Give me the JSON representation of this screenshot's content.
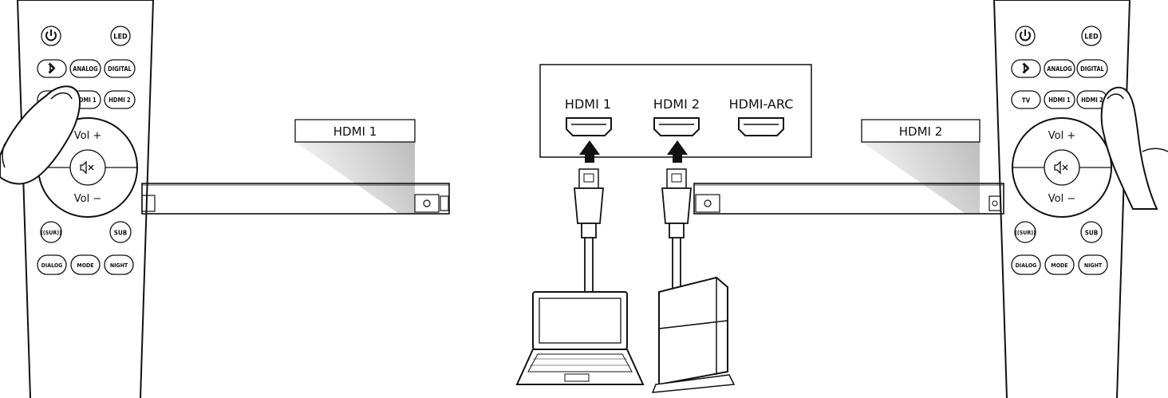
{
  "remote_buttons": {
    "power_icon": "power-icon",
    "led": "LED",
    "bluetooth_icon": "bluetooth-icon",
    "analog": "ANALOG",
    "digital": "DIGITAL",
    "tv": "TV",
    "hdmi1": "HDMI 1",
    "hdmi2": "HDMI 2",
    "vol_up": "Vol +",
    "vol_down": "Vol −",
    "mute_icon": "mute-icon",
    "sur": "((SUR))",
    "sub": "SUB",
    "dialog": "DIALOG",
    "mode": "MODE",
    "night": "NIGHT"
  },
  "soundbar_left": {
    "display_label": "HDMI 1"
  },
  "soundbar_right": {
    "display_label": "HDMI 2"
  },
  "input_panel": {
    "ports": [
      {
        "label": "HDMI 1"
      },
      {
        "label": "HDMI 2"
      },
      {
        "label": "HDMI-ARC"
      }
    ]
  },
  "devices": {
    "laptop_icon": "laptop-icon",
    "console_icon": "game-console-icon"
  }
}
